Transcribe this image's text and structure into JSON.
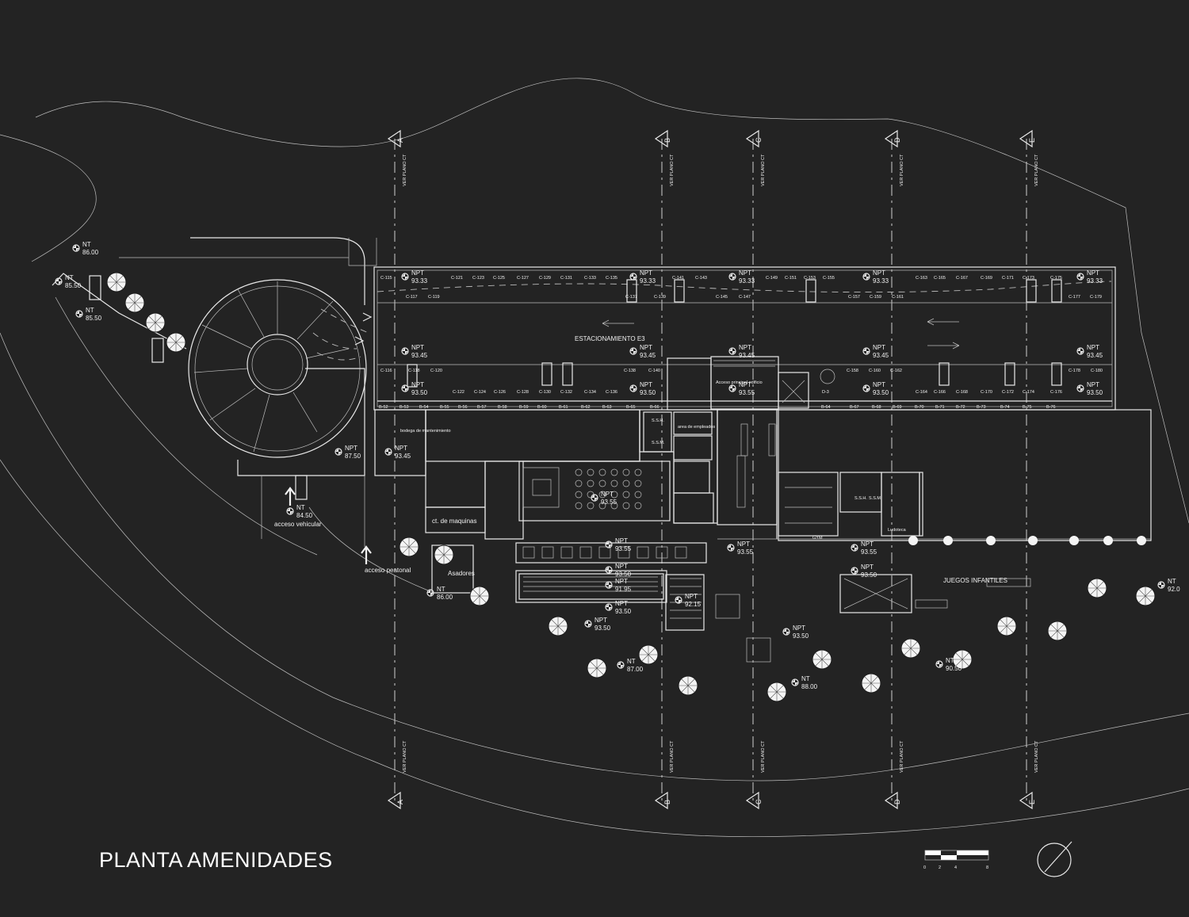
{
  "title": "PLANTA AMENIDADES",
  "axes": [
    "A",
    "B",
    "C",
    "D",
    "E"
  ],
  "axis_note": "VER PLANO CT",
  "levels": {
    "nt_86_00": {
      "prefix": "NT",
      "value": "86.00"
    },
    "nt_85_50a": {
      "prefix": "NT",
      "value": "85.50"
    },
    "nt_85_50b": {
      "prefix": "NT",
      "value": "85.50"
    },
    "npt_87_50": {
      "prefix": "NPT",
      "value": "87.50"
    },
    "npt_93_45_bodega": {
      "prefix": "NPT",
      "value": "93.45"
    },
    "nt_84_50": {
      "prefix": "NT",
      "value": "84.50"
    },
    "nt_86_00b": {
      "prefix": "NT",
      "value": "86.00"
    },
    "npt_93_55_lounge": {
      "prefix": "NPT",
      "value": "93.55"
    },
    "npt_93_55_terr": {
      "prefix": "NPT",
      "value": "93.55"
    },
    "npt_93_55_hall": {
      "prefix": "NPT",
      "value": "93.55"
    },
    "npt_93_55_east": {
      "prefix": "NPT",
      "value": "93.55"
    },
    "npt_93_50_a": {
      "prefix": "NPT",
      "value": "93.50"
    },
    "npt_91_95": {
      "prefix": "NPT",
      "value": "91.95"
    },
    "npt_93_50_b": {
      "prefix": "NPT",
      "value": "93.50"
    },
    "npt_92_15": {
      "prefix": "NPT",
      "value": "92.15"
    },
    "npt_93_50_c": {
      "prefix": "NPT",
      "value": "93.50"
    },
    "npt_93_50_d": {
      "prefix": "NPT",
      "value": "93.50"
    },
    "npt_93_50_e": {
      "prefix": "NPT",
      "value": "93.50"
    },
    "nt_87_00": {
      "prefix": "NT",
      "value": "87.00"
    },
    "nt_88_00": {
      "prefix": "NT",
      "value": "88.00"
    },
    "nt_90_50": {
      "prefix": "NT",
      "value": "90.50"
    },
    "nt_92_0": {
      "prefix": "NT",
      "value": "92.0"
    },
    "npt_93_33_1": {
      "prefix": "NPT",
      "value": "93.33"
    },
    "npt_93_33_2": {
      "prefix": "NPT",
      "value": "93.33"
    },
    "npt_93_33_3": {
      "prefix": "NPT",
      "value": "93.33"
    },
    "npt_93_33_4": {
      "prefix": "NPT",
      "value": "93.33"
    },
    "npt_93_33_5": {
      "prefix": "NPT",
      "value": "93.33"
    },
    "npt_93_45_1": {
      "prefix": "NPT",
      "value": "93.45"
    },
    "npt_93_45_2": {
      "prefix": "NPT",
      "value": "93.45"
    },
    "npt_93_45_3": {
      "prefix": "NPT",
      "value": "93.45"
    },
    "npt_93_45_4": {
      "prefix": "NPT",
      "value": "93.45"
    },
    "npt_93_45_5": {
      "prefix": "NPT",
      "value": "93.45"
    },
    "npt_93_50_1": {
      "prefix": "NPT",
      "value": "93.50"
    },
    "npt_93_50_2": {
      "prefix": "NPT",
      "value": "93.50"
    },
    "npt_93_50_3": {
      "prefix": "NPT",
      "value": "93.50"
    },
    "npt_93_50_4": {
      "prefix": "NPT",
      "value": "93.50"
    },
    "npt_93_55_acc": {
      "prefix": "NPT",
      "value": "93.55"
    }
  },
  "labels": {
    "parking": "ESTACIONAMIENTO E3",
    "acceso_principal": "Acceso principal edificio",
    "bodega": "bodega de mantenimiento",
    "area_empleados": "area de empleados",
    "ssh": "S.S.H.",
    "ssm": "S.S.M.",
    "ct_maquinas": "ct. de maquinas",
    "asadores": "Asadores",
    "acceso_vehicular": "acceso vehicular",
    "acceso_peatonal": "acceso peatonal",
    "gym": "GYM",
    "ludoteca": "Ludoteca",
    "juegos": "JUEGOS INFANTILES",
    "d3": "D-3",
    "b64": "B-64",
    "ssh2": "S.S.H.",
    "ssm2": "S.S.M."
  },
  "spaces_top": [
    "C-115",
    "C-121",
    "C-123",
    "C-125",
    "C-127",
    "C-129",
    "C-131",
    "C-133",
    "C-135",
    "C-141",
    "C-143",
    "C-149",
    "C-151",
    "C-153",
    "C-155",
    "C-163",
    "C-165",
    "C-167",
    "C-169",
    "C-171",
    "C-173",
    "C-175"
  ],
  "spaces_top2": [
    "C-117",
    "C-119",
    "C-137",
    "C-139",
    "C-145",
    "C-147",
    "C-157",
    "C-159",
    "C-161",
    "C-177",
    "C-179"
  ],
  "spaces_mid": [
    "C-116",
    "C-118",
    "C-120",
    "C-138",
    "C-140",
    "C-158",
    "C-160",
    "C-162",
    "C-178",
    "C-180"
  ],
  "spaces_low": [
    "C-122",
    "C-124",
    "C-126",
    "C-128",
    "C-130",
    "C-132",
    "C-134",
    "C-136",
    "C-164",
    "C-166",
    "C-168",
    "C-170",
    "C-172",
    "C-174",
    "C-176"
  ],
  "bike_spaces": [
    "B-52",
    "B-53",
    "B-54",
    "B-55",
    "B-56",
    "B-57",
    "B-58",
    "B-59",
    "B-60",
    "B-61",
    "B-62",
    "B-63",
    "B-65",
    "B-66",
    "B-67",
    "B-68",
    "B-69",
    "B-70",
    "B-71",
    "B-72",
    "B-73",
    "B-74",
    "B-75",
    "B-76"
  ],
  "scale_labels": [
    "0",
    "2",
    "4",
    "8"
  ]
}
